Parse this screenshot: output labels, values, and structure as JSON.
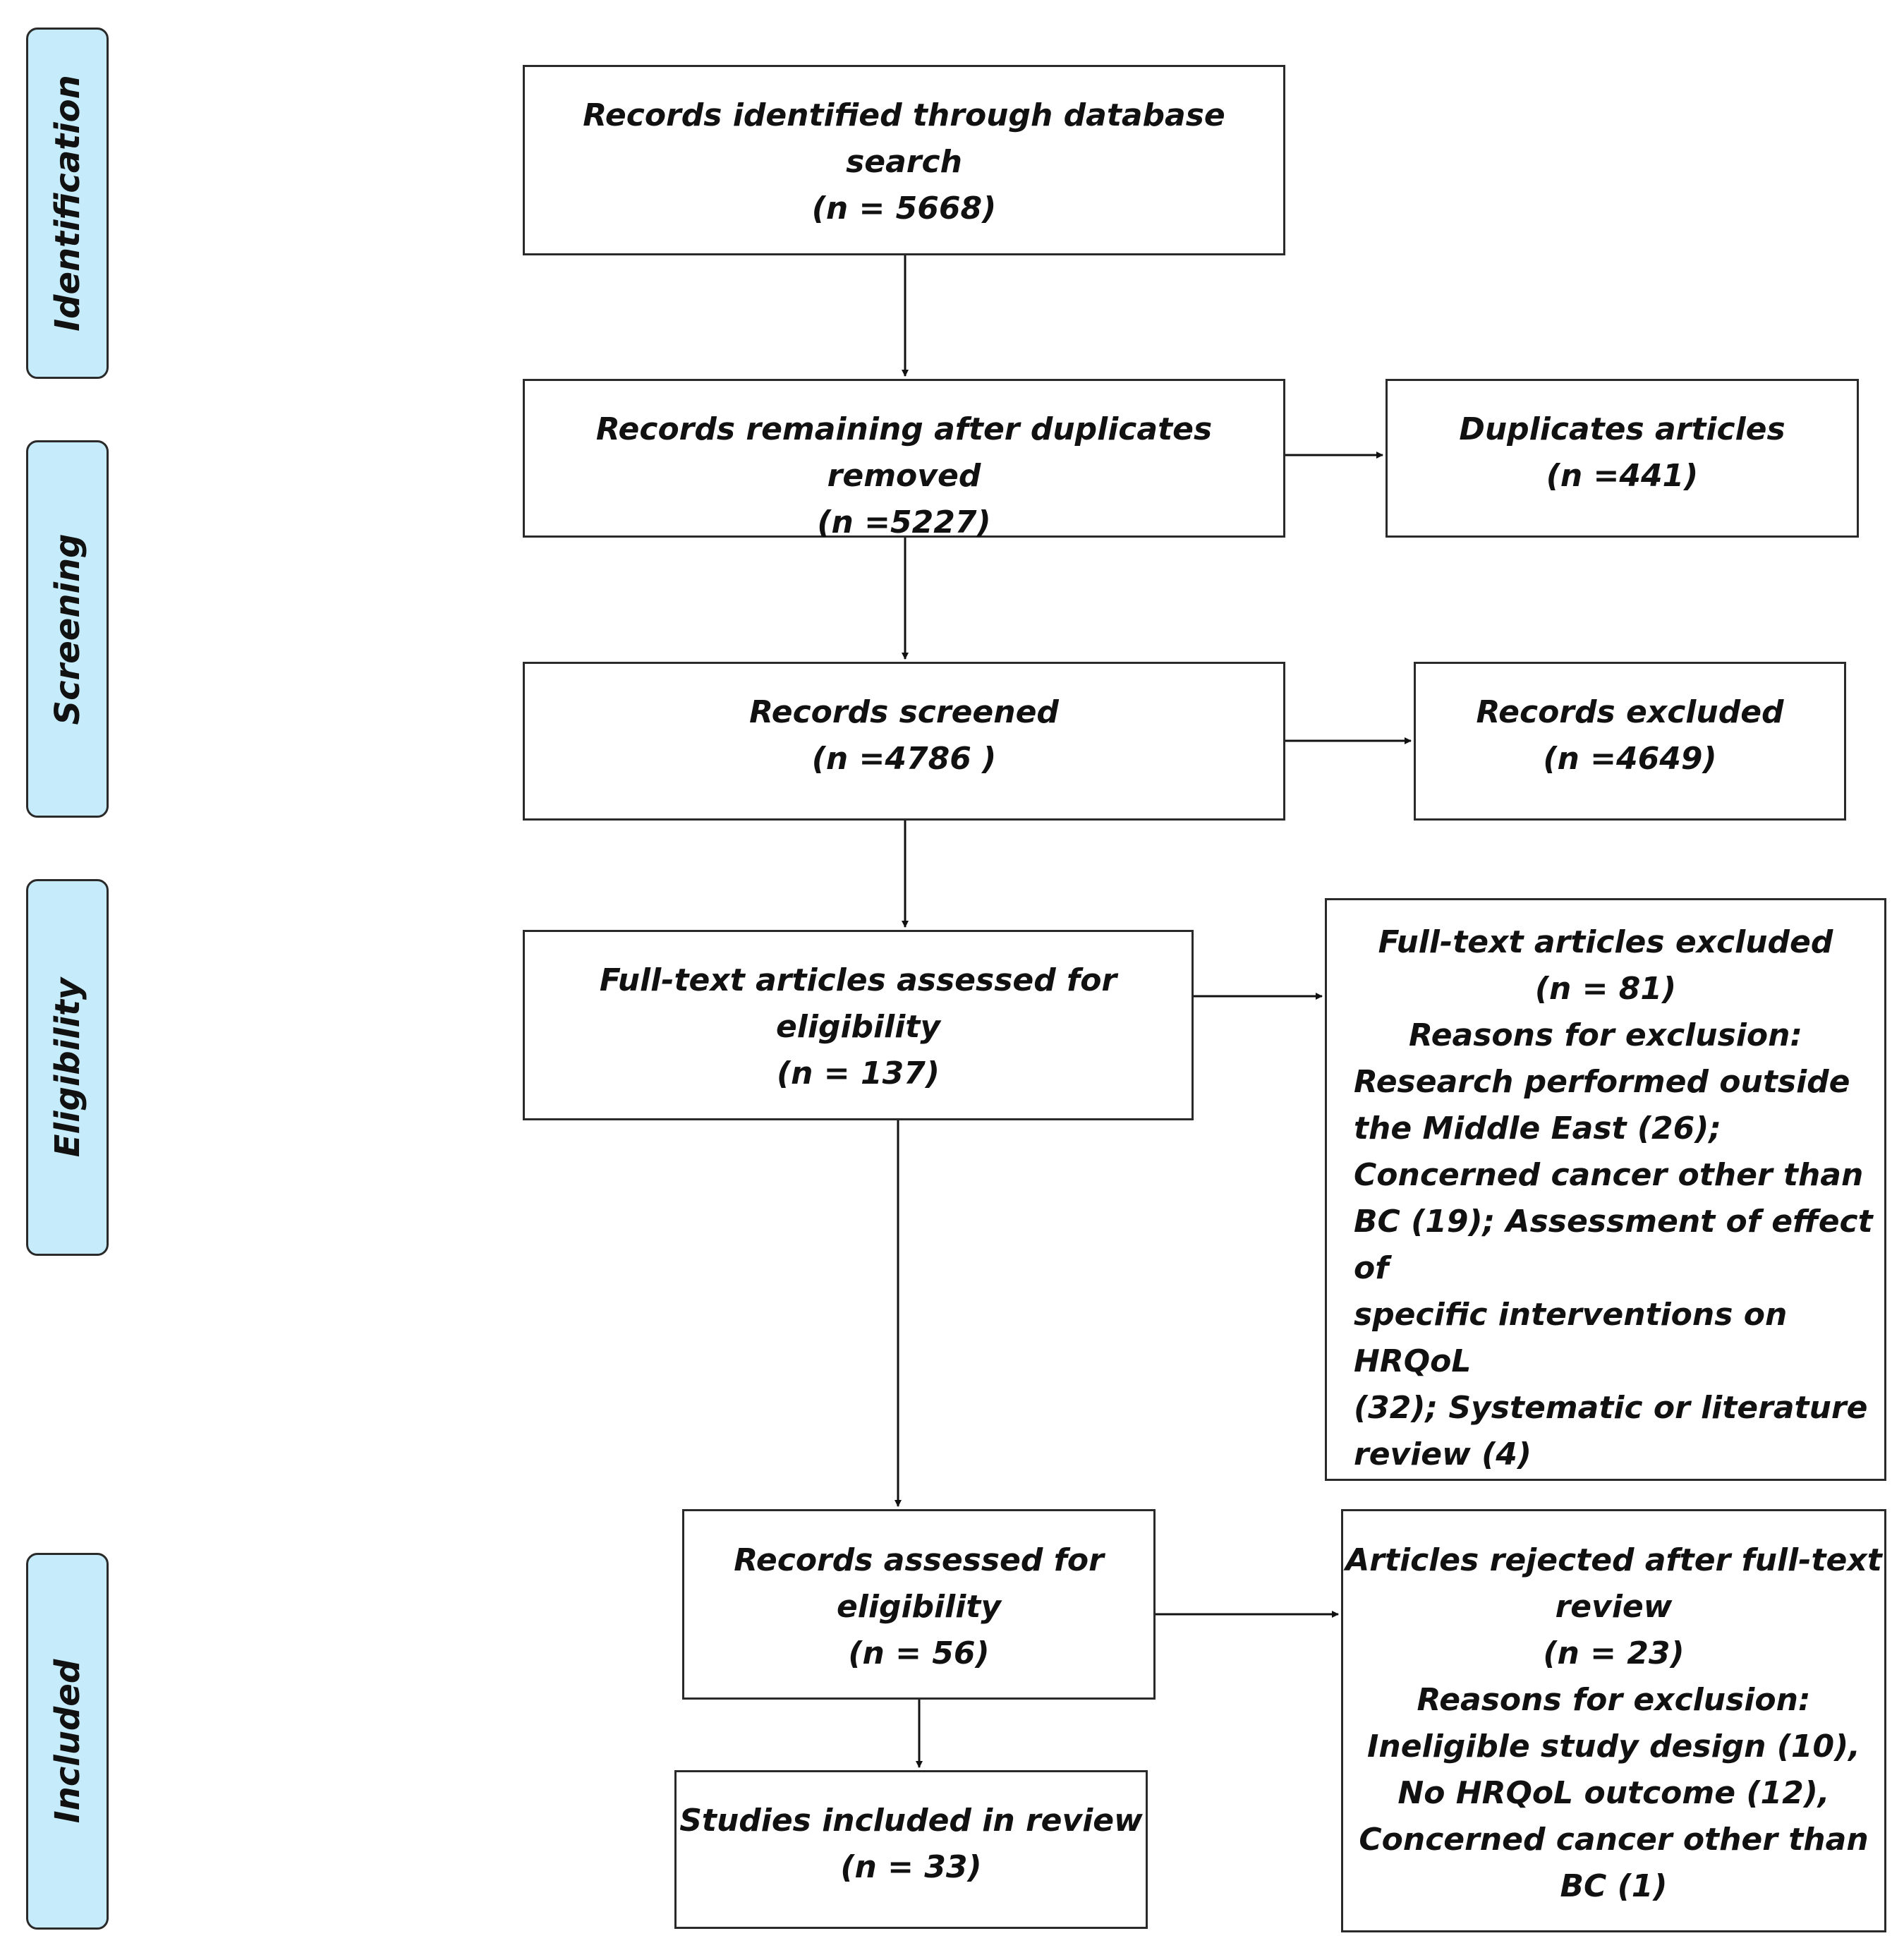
{
  "stages": {
    "identification": "Identification",
    "screening": "Screening",
    "eligibility": "Eligibility",
    "included": "Included"
  },
  "boxes": {
    "identified": {
      "title": "Records identified through database search",
      "count": "(n = 5668)"
    },
    "after_duplicates": {
      "title": "Records remaining after duplicates removed",
      "count": "(n =5227)"
    },
    "duplicates": {
      "title": "Duplicates articles",
      "count": "(n =441)"
    },
    "screened": {
      "title": "Records screened",
      "count": "(n =4786 )"
    },
    "excluded": {
      "title": "Records excluded",
      "count": "(n =4649)"
    },
    "fulltext_assessed": {
      "title": "Full-text articles assessed for eligibility",
      "count": "(n = 137)"
    },
    "fulltext_excluded": {
      "title": "Full-text articles excluded",
      "count": "(n = 81)",
      "reasons_heading": "Reasons for exclusion:",
      "lines": [
        "Research performed outside",
        "the Middle East (26);",
        "Concerned cancer other than",
        "BC (19); Assessment of effect of",
        "specific interventions on HRQoL",
        "(32); Systematic or literature",
        "review (4)"
      ]
    },
    "records_assessed": {
      "line1": "Records assessed for",
      "line2": "eligibility",
      "count": "(n = 56)"
    },
    "rejected": {
      "line1": "Articles rejected after full-text",
      "line2": "review",
      "count": "(n = 23)",
      "reasons_heading": "Reasons for exclusion:",
      "lines": [
        "Ineligible study design (10),",
        "No HRQoL outcome (12),",
        "Concerned cancer other than",
        "BC (1)"
      ]
    },
    "included": {
      "title": "Studies included in review",
      "count": "(n = 33)"
    }
  }
}
